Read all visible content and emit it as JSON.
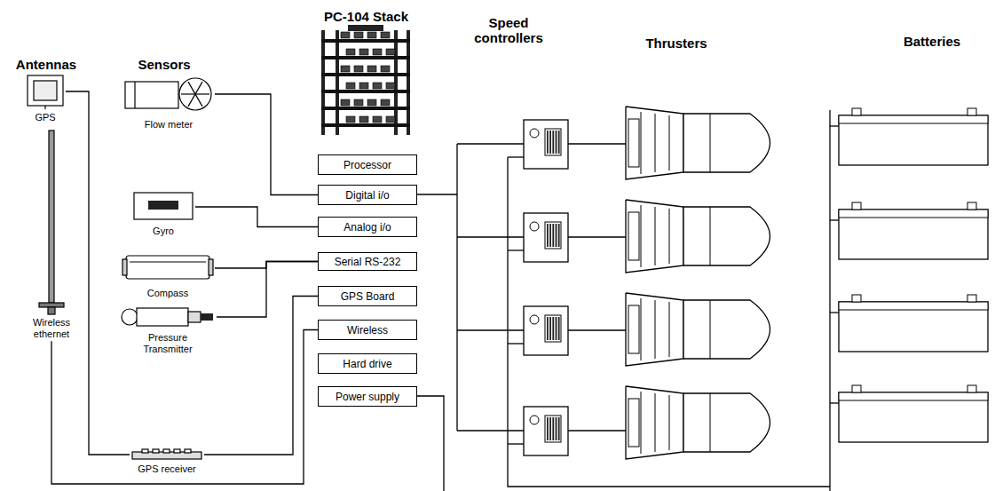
{
  "diagram": {
    "nodes": [
      {
        "text": [
          "GPS"
        ]
      },
      {
        "text": [
          "Wireless ethernet"
        ]
      },
      {
        "text": [
          "Flow meter"
        ]
      },
      {
        "text": [
          "Gyro"
        ]
      },
      {
        "text": [
          "Compass"
        ]
      },
      {
        "text": [
          "Pressure Transmitter"
        ]
      },
      {
        "text": [
          "GPS receiver"
        ]
      },
      {
        "text": [
          "Processor"
        ]
      },
      {
        "text": [
          "Digital i/o"
        ]
      },
      {
        "text": [
          "Analog i/o"
        ]
      },
      {
        "text": [
          "Serial RS-232"
        ]
      },
      {
        "text": [
          "GPS Board"
        ]
      },
      {
        "text": [
          "Wireless"
        ]
      },
      {
        "text": [
          "Hard drive"
        ]
      },
      {
        "text": [
          "Power supply"
        ]
      }
    ],
    "edges": [
      {
        "from": 2,
        "to": 8,
        "arrow": "none"
      },
      {
        "from": 3,
        "to": 9,
        "arrow": "none"
      },
      {
        "from": 4,
        "to": 10,
        "arrow": "none"
      },
      {
        "from": 5,
        "to": 10,
        "arrow": "none"
      },
      {
        "from": 0,
        "to": 6,
        "arrow": "none"
      },
      {
        "from": 6,
        "to": 11,
        "arrow": "none"
      },
      {
        "from": 1,
        "to": 12,
        "arrow": "none"
      }
    ],
    "labels": [
      "Antennas",
      "Sensors",
      "PC-104 Stack",
      "Speed controllers",
      "Thrusters",
      "Batteries"
    ]
  }
}
